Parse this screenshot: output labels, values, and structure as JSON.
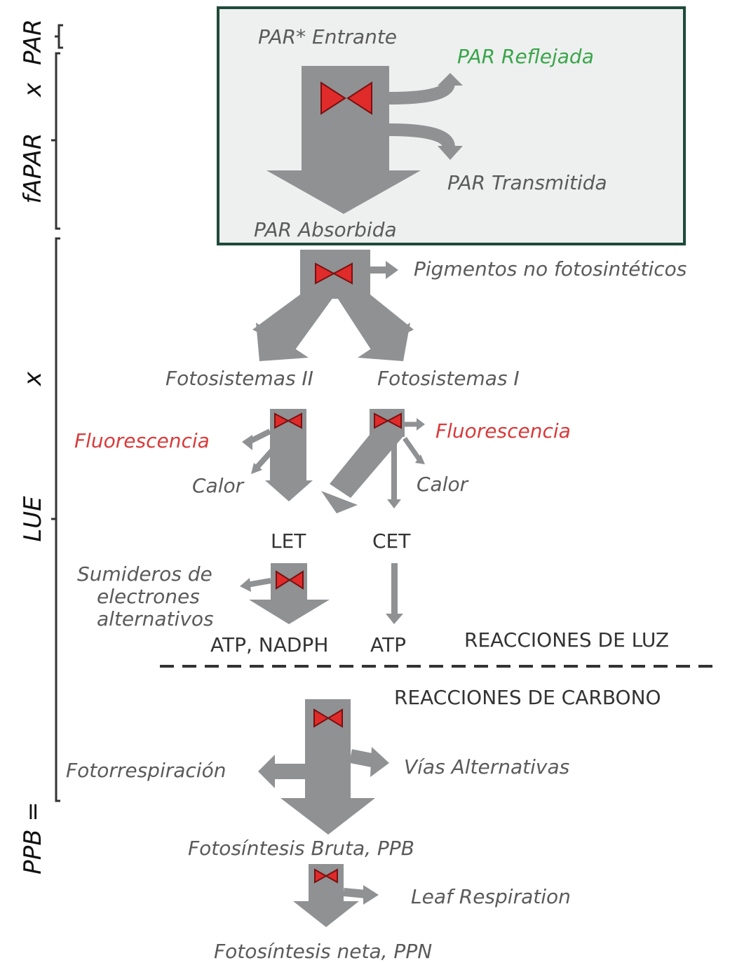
{
  "colors": {
    "arrow": "#8f9193",
    "bowtie": "#e02b2b",
    "green": "#3aa54b",
    "red": "#d93a3a",
    "box_border": "#1f4a3a",
    "box_fill": "#eef0ef"
  },
  "side_labels": {
    "par": "PAR",
    "x1": "x",
    "fapar": "fAPAR",
    "x2": "x",
    "lue": "LUE",
    "ppb": "PPB ="
  },
  "box": {
    "par_entrante": "PAR* Entrante",
    "par_reflejada": "PAR Reflejada",
    "par_transmitida": "PAR Transmitida",
    "par_absorbida": "PAR Absorbida"
  },
  "labels": {
    "pigmentos": "Pigmentos no fotosintéticos",
    "fotosistemas_ii": "Fotosistemas II",
    "fotosistemas_i": "Fotosistemas I",
    "fluorescencia_left": "Fluorescencia",
    "fluorescencia_right": "Fluorescencia",
    "calor_left": "Calor",
    "calor_right": "Calor",
    "let": "LET",
    "cet": "CET",
    "sumideros_1": "Sumideros de",
    "sumideros_2": "electrones",
    "sumideros_3": "alternativos",
    "atp_nadph": "ATP, NADPH",
    "atp": "ATP",
    "reacciones_luz": "REACCIONES DE LUZ",
    "reacciones_carbono": "REACCIONES DE CARBONO",
    "fotorrespiracion": "Fotorrespiración",
    "vias_alternativas": "Vías Alternativas",
    "fotosintesis_bruta": "Fotosíntesis Bruta, PPB",
    "leaf_respiration": "Leaf Respiration",
    "fotosintesis_neta": "Fotosíntesis neta, PPN"
  }
}
